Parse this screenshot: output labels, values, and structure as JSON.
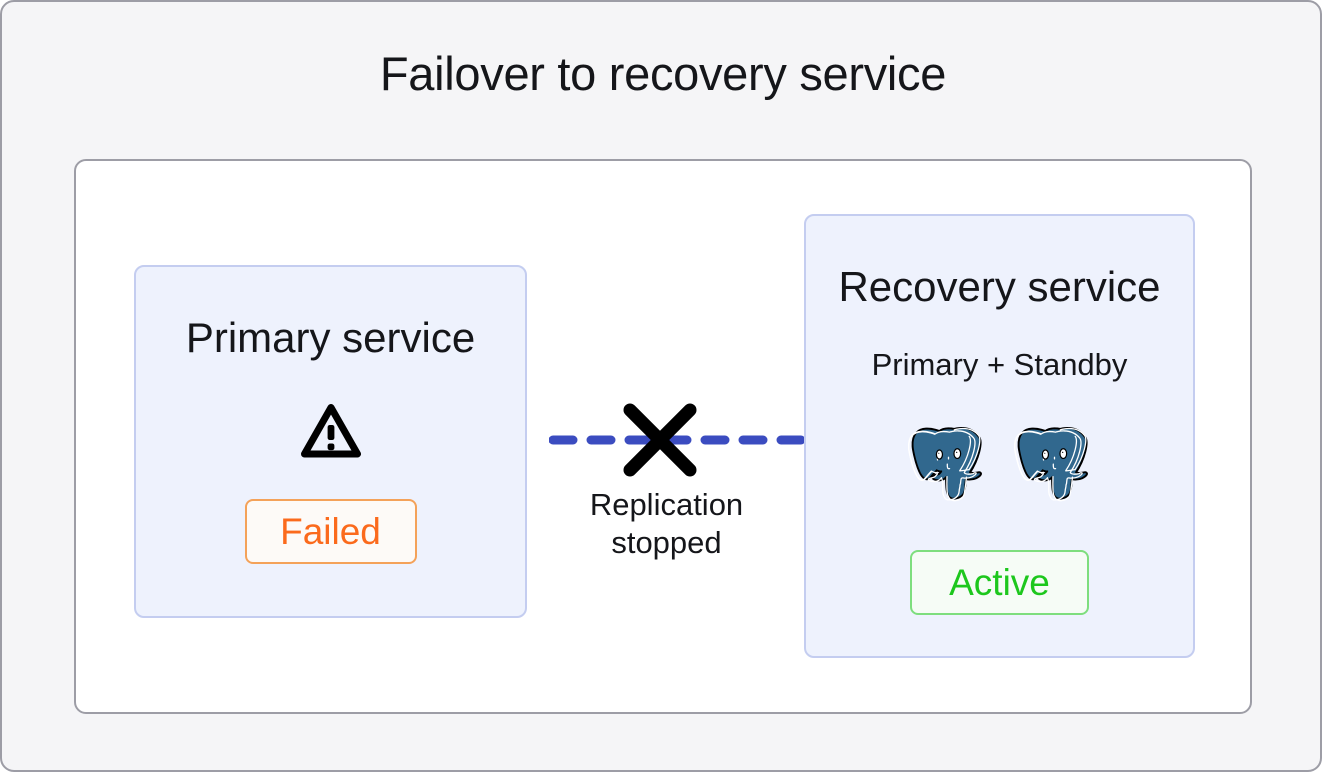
{
  "diagram": {
    "title": "Failover to recovery service",
    "panel": {
      "primary_service": {
        "title": "Primary service",
        "icon": "warning-triangle-icon",
        "status": {
          "label": "Failed",
          "text_color": "#fb6a1c",
          "border_color": "#f4a259",
          "background_color": "#fdfaf7"
        },
        "box_background": "#eef2fd",
        "box_border": "#c4cdf0"
      },
      "replication_link": {
        "line_style": "dashed",
        "line_color": "#3b4cc0",
        "cross_icon": "x-cross-icon",
        "cross_color": "#000000",
        "label_line1": "Replication",
        "label_line2": "stopped"
      },
      "recovery_service": {
        "title": "Recovery service",
        "subtitle": "Primary + Standby",
        "nodes": [
          {
            "icon": "postgresql-elephant-icon",
            "color": "#31688e"
          },
          {
            "icon": "postgresql-elephant-icon",
            "color": "#31688e"
          }
        ],
        "status": {
          "label": "Active",
          "text_color": "#1dc71d",
          "border_color": "#7ede7e",
          "background_color": "#f6fcf6"
        },
        "box_background": "#eef2fd",
        "box_border": "#c4cdf0"
      }
    },
    "colors": {
      "canvas_background": "#f5f5f7",
      "panel_background": "#ffffff",
      "frame_border": "#9d9da6",
      "title_text": "#15161a"
    }
  }
}
